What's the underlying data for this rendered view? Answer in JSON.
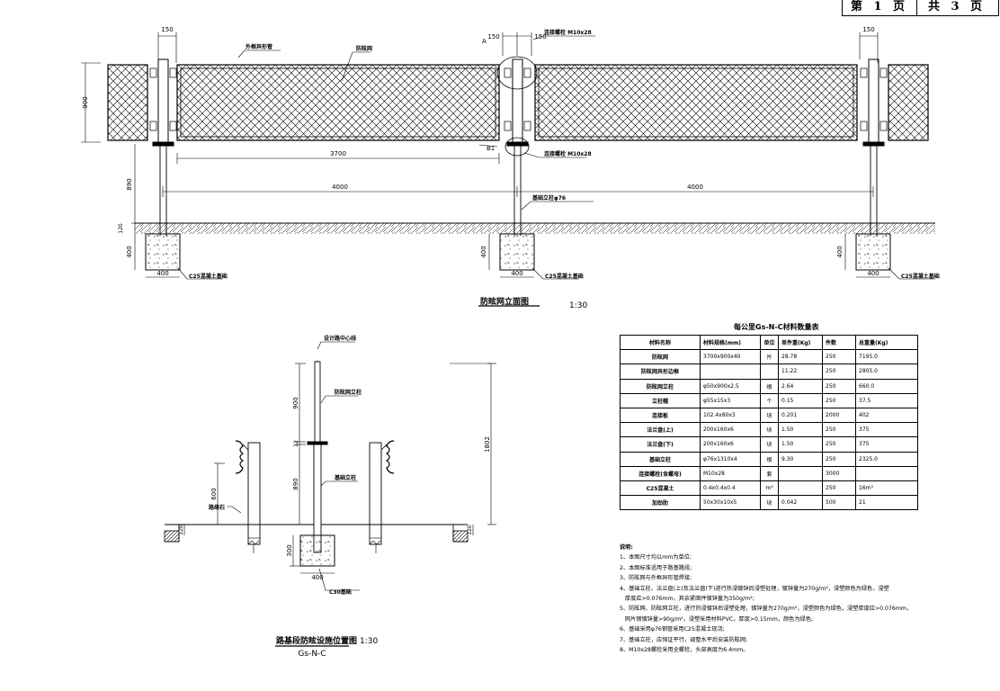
{
  "page": {
    "page_label": "第 1 页",
    "total_label": "共 3 页"
  },
  "elevation": {
    "title": "防眩网立面图",
    "scale": "1:30",
    "dim_150_left": "150",
    "dim_150_mid_a": "150",
    "dim_150_mid_b": "150",
    "dim_150_right": "150",
    "dim_900": "900",
    "dim_3700": "3700",
    "dim_4000_a": "4000",
    "dim_4000_b": "4000",
    "dim_890": "890",
    "dim_120": "120",
    "dim_400_h1": "400",
    "dim_400_h2": "400",
    "dim_400_h3": "400",
    "dim_400_w1": "400",
    "dim_400_w2": "400",
    "dim_400_w3": "400",
    "label_frame": "外框异形管",
    "label_net": "防眩网",
    "label_bolt_top": "连接螺栓 M10x28",
    "label_bolt_bottom": "连接螺栓 M10x28",
    "label_post": "基础立柱φ76",
    "label_a": "A",
    "label_b": "B1",
    "label_base1": "C25混凝土基础",
    "label_base2": "C25混凝土基础",
    "label_base3": "C25混凝土基础"
  },
  "section": {
    "title": "路基段防眩设施位置图",
    "scale": "1:30",
    "code": "Gs-N-C",
    "label_center": "设计路中心线",
    "label_post": "防眩网立柱",
    "label_base_post": "基础立柱",
    "label_curb": "路缘石",
    "label_base": "C30基础",
    "dim_900": "900",
    "dim_12": "12",
    "dim_890": "890",
    "dim_600": "600",
    "dim_120_l": "120",
    "dim_120_r": "120",
    "dim_300": "300",
    "dim_400_w": "400",
    "dim_1802": "1802"
  },
  "materials": {
    "title": "每公里Gs-N-C材料数量表",
    "headers": [
      "材料名称",
      "材料规格(mm)",
      "单位",
      "单件重(Kg)",
      "件数",
      "总重量(Kg)"
    ],
    "rows": [
      [
        "防眩网",
        "3700x900x40",
        "片",
        "28.78",
        "250",
        "7195.0"
      ],
      [
        "防眩网异形边框",
        "",
        "",
        "11.22",
        "250",
        "2805.0"
      ],
      [
        "防眩网立柱",
        "φ50x900x2.5",
        "根",
        "2.64",
        "250",
        "660.0"
      ],
      [
        "立柱帽",
        "φ55x15x3",
        "个",
        "0.15",
        "250",
        "37.5"
      ],
      [
        "连接板",
        "102.4x80x3",
        "块",
        "0.201",
        "2000",
        "402"
      ],
      [
        "法兰盘(上)",
        "200x160x6",
        "块",
        "1.50",
        "250",
        "375"
      ],
      [
        "法兰盘(下)",
        "200x160x6",
        "块",
        "1.50",
        "250",
        "375"
      ],
      [
        "基础立柱",
        "φ76x1310x4",
        "根",
        "9.30",
        "250",
        "2325.0"
      ],
      [
        "连接螺栓(含螺母)",
        "M10x28",
        "套",
        "",
        "3000",
        ""
      ],
      [
        "C25混凝土",
        "0.4x0.4x0.4",
        "m³",
        "",
        "250",
        "16m³"
      ],
      [
        "加劲肋",
        "50x30x10x5",
        "块",
        "0.042",
        "500",
        "21"
      ]
    ]
  },
  "notes": {
    "title": "说明:",
    "items": [
      "1、本图尺寸均以mm为单位;",
      "2、本图标准适用于路基路段;",
      "3、防眩网与外框异形管焊接;",
      "4、基础立柱、法兰盘(上)及法兰盘(下)进行热浸镀锌后浸塑处理，镀锌量为270g/m²，浸塑颜色为绿色，浸塑",
      "   厚度应>0.076mm，其余紧固件镀锌量为350g/m²;",
      "5、防眩网、防眩网立柱，进行热浸镀锌后浸塑处理，镀锌量为270g/m²，浸塑颜色为绿色，浸塑厚度应>0.076mm，",
      "   网片钢镀锌量>90g/m²，浸塑采用材料PVC，厚度>0.15mm，颜色为绿色;",
      "6、基础采用φ76钢管采用C25混凝土现浇;",
      "7、基础立柱，应保证平行，调整水平后安装防眩网;",
      "8、M10x28螺栓采用全螺栓，头部高度为6.4mm。"
    ]
  }
}
